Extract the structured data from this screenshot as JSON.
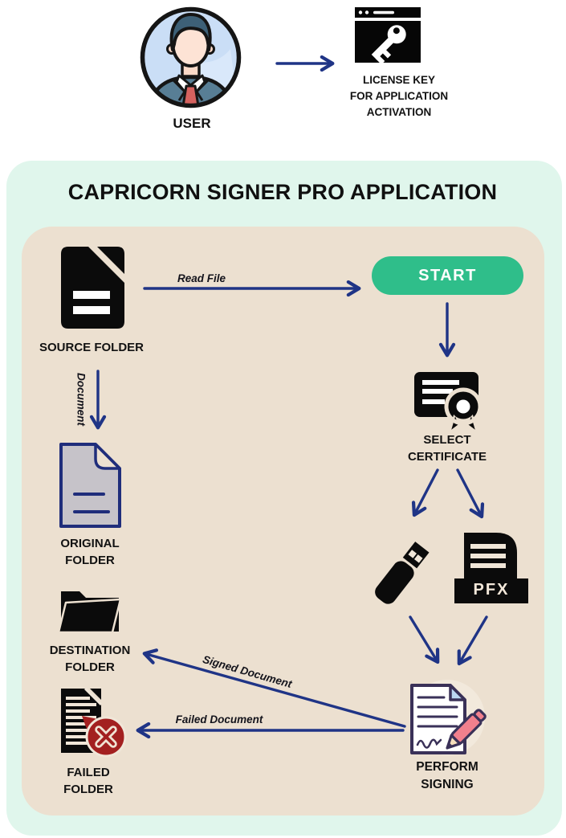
{
  "colors": {
    "panel_mint": "#e0f6ec",
    "panel_tan": "#ece0d0",
    "arrow_navy": "#1f3486",
    "start_green": "#2fbe8a",
    "icon_black": "#0b0b0b",
    "badge_red": "#a32020",
    "doc_gray": "#c6c3c9",
    "pen_pink": "#f1808d"
  },
  "top": {
    "user_label": "USER",
    "license_label": {
      "line1": "LICENSE KEY",
      "line2": "FOR APPLICATION",
      "line3": "ACTIVATION"
    }
  },
  "app": {
    "title": "CAPRICORN SIGNER PRO APPLICATION",
    "start_button": "START",
    "nodes": {
      "source_folder": "SOURCE FOLDER",
      "select_certificate": {
        "line1": "SELECT",
        "line2": "CERTIFICATE"
      },
      "original_folder": {
        "line1": "ORIGINAL",
        "line2": "FOLDER"
      },
      "destination_folder": {
        "line1": "DESTINATION",
        "line2": "FOLDER"
      },
      "failed_folder": {
        "line1": "FAILED",
        "line2": "FOLDER"
      },
      "perform_signing": {
        "line1": "PERFORM",
        "line2": "SIGNING"
      },
      "pfx_badge": "PFX"
    },
    "edges": {
      "read_file": "Read File",
      "document": "Document",
      "signed_document": "Signed Document",
      "failed_document": "Failed Document"
    }
  }
}
